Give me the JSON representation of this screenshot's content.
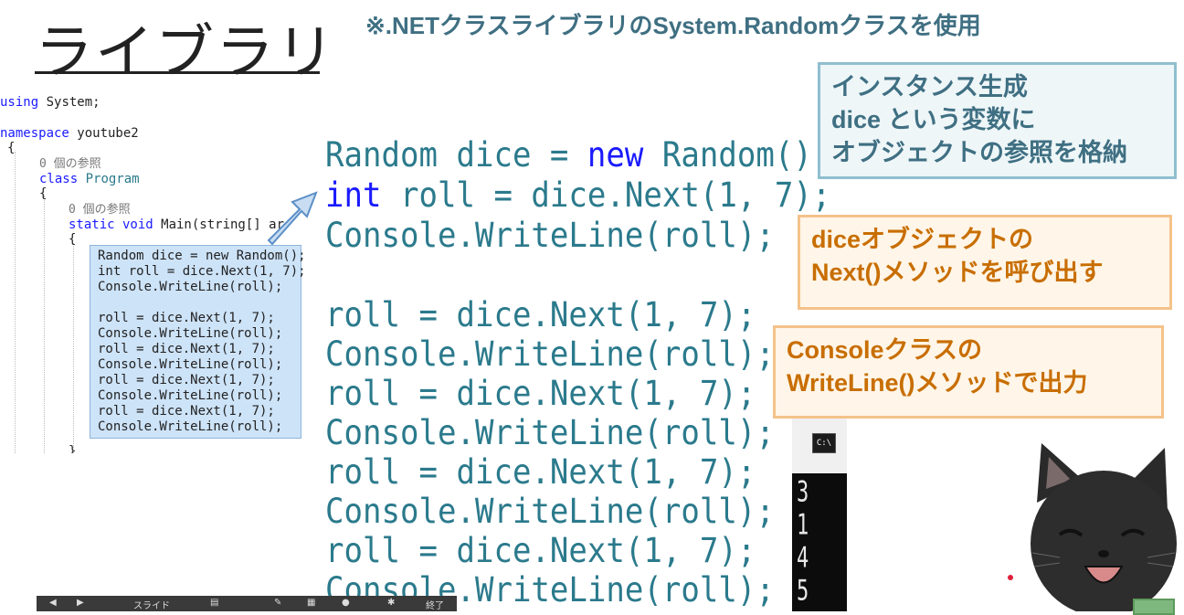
{
  "title": "ライブラリ",
  "note": "※.NETクラスライブラリのSystem.Randomクラスを使用",
  "small_code": {
    "using_kw": "using",
    "using_rest": " System;",
    "namespace_kw": "namespace",
    "namespace_rest": " youtube2",
    "brace_open": "{",
    "ref_count1": "0 個の参照",
    "class_kw": "class",
    "class_name": " Program",
    "brace2": "{",
    "ref_count2": "0 個の参照",
    "main_kw": "static void",
    "main_rest": " Main(string[] ar",
    "brace3": "{",
    "lines": [
      "Random dice = new Random();",
      "int roll = dice.Next(1, 7);",
      "Console.WriteLine(roll);",
      "",
      "roll = dice.Next(1, 7);",
      "Console.WriteLine(roll);",
      "roll = dice.Next(1, 7);",
      "Console.WriteLine(roll);",
      "roll = dice.Next(1, 7);",
      "Console.WriteLine(roll);",
      "roll = dice.Next(1, 7);",
      "Console.WriteLine(roll);"
    ],
    "close_brace": "}"
  },
  "big_code": {
    "line1_a": "Random dice = ",
    "line1_new": "new",
    "line1_b": " Random();",
    "line2_int": "int",
    "line2_b": " roll = dice.Next(1, 7);",
    "line3": "Console.WriteLine(roll);",
    "line4": "roll = dice.Next(1, 7);",
    "line5": "Console.WriteLine(roll);",
    "line6": "roll = dice.Next(1, 7);",
    "line7": "Console.WriteLine(roll);",
    "line8": "roll = dice.Next(1, 7);",
    "line9": "Console.WriteLine(roll);",
    "line10": "roll = dice.Next(1, 7);",
    "line11": "Console.WriteLine(roll);"
  },
  "box1": {
    "l1": "インスタンス生成",
    "l2": "dice という変数に",
    "l3": "オブジェクトの参照を格納"
  },
  "box2": {
    "l1": "diceオブジェクトの",
    "l2": "Next()メソッドを呼び出す"
  },
  "box3": {
    "l1": "Consoleクラスの",
    "l2": "WriteLine()メソッドで出力"
  },
  "console": {
    "icon": "C:\\",
    "outputs": [
      "3",
      "1",
      "4",
      "5"
    ]
  },
  "toolbar": {
    "slide_label": "スライド",
    "end_label": "終了"
  },
  "colors": {
    "accent_teal": "#3f6f82",
    "accent_orange": "#c86e00",
    "code_teal": "#2b7a8c",
    "keyword_blue": "#1a1aff"
  }
}
